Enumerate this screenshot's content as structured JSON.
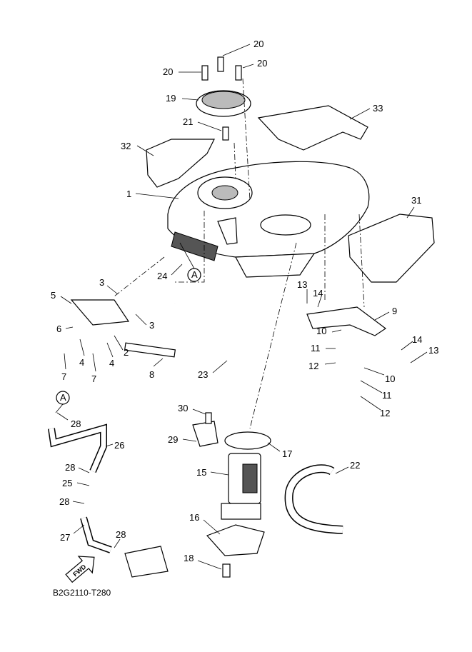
{
  "diagram_code": "B2G2110-T280",
  "fwd_label": "FWD",
  "ref_marker": "A",
  "callouts": [
    "20",
    "20",
    "20",
    "19",
    "21",
    "33",
    "32",
    "1",
    "31",
    "3",
    "5",
    "24",
    "13",
    "14",
    "9",
    "3",
    "6",
    "10",
    "2",
    "11",
    "14",
    "13",
    "4",
    "4",
    "7",
    "7",
    "8",
    "12",
    "10",
    "23",
    "11",
    "12",
    "28",
    "30",
    "26",
    "29",
    "17",
    "28",
    "15",
    "22",
    "25",
    "28",
    "16",
    "27",
    "28",
    "18"
  ]
}
